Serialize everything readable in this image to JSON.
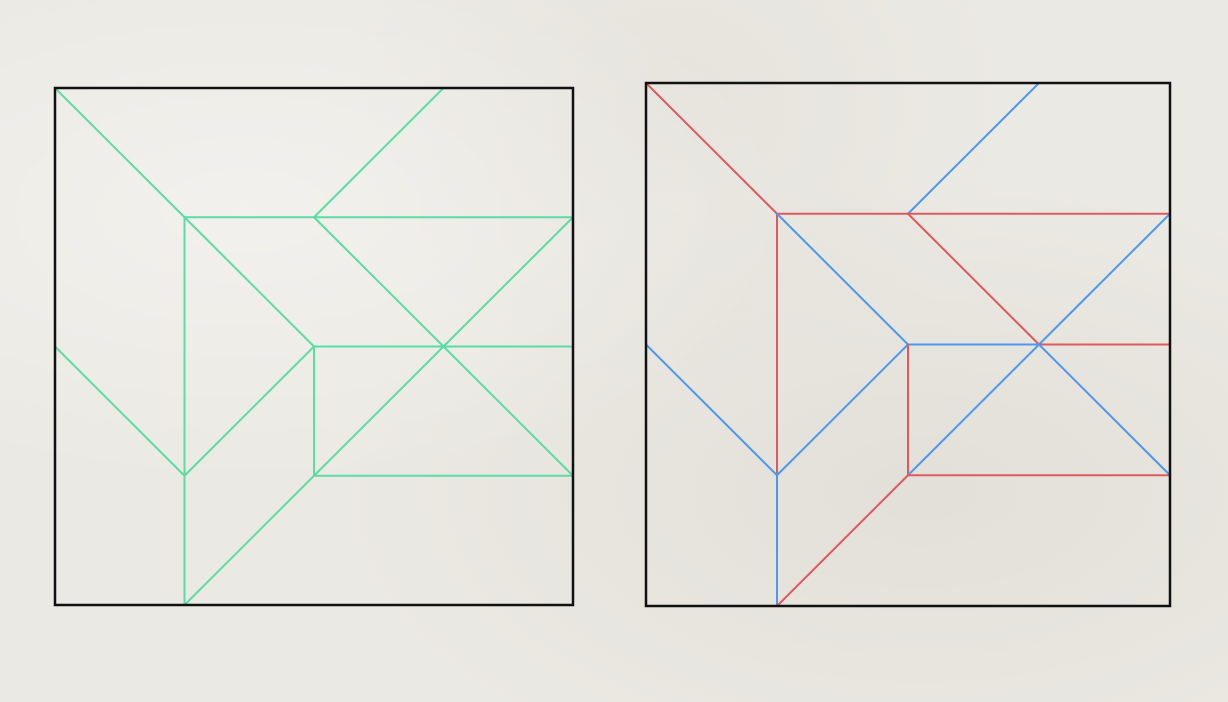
{
  "diagrams": [
    {
      "name": "crease-pattern-unassigned",
      "frame_color": "#111111",
      "lines": [
        {
          "from": [
            0,
            0
          ],
          "to": [
            2,
            2
          ],
          "kind": "crease"
        },
        {
          "from": [
            6,
            0
          ],
          "to": [
            4,
            2
          ],
          "kind": "crease"
        },
        {
          "from": [
            2,
            2
          ],
          "to": [
            8,
            2
          ],
          "kind": "crease"
        },
        {
          "from": [
            2,
            2
          ],
          "to": [
            2,
            8
          ],
          "kind": "crease"
        },
        {
          "from": [
            2,
            2
          ],
          "to": [
            4,
            4
          ],
          "kind": "crease"
        },
        {
          "from": [
            4,
            2
          ],
          "to": [
            6,
            4
          ],
          "kind": "crease"
        },
        {
          "from": [
            8,
            2
          ],
          "to": [
            6,
            4
          ],
          "kind": "crease"
        },
        {
          "from": [
            4,
            4
          ],
          "to": [
            8,
            4
          ],
          "kind": "crease"
        },
        {
          "from": [
            4,
            4
          ],
          "to": [
            2,
            6
          ],
          "kind": "crease"
        },
        {
          "from": [
            4,
            4
          ],
          "to": [
            4,
            6
          ],
          "kind": "crease"
        },
        {
          "from": [
            0,
            4
          ],
          "to": [
            2,
            6
          ],
          "kind": "crease"
        },
        {
          "from": [
            6,
            4
          ],
          "to": [
            8,
            6
          ],
          "kind": "crease"
        },
        {
          "from": [
            6,
            4
          ],
          "to": [
            4,
            6
          ],
          "kind": "crease"
        },
        {
          "from": [
            4,
            6
          ],
          "to": [
            8,
            6
          ],
          "kind": "crease"
        },
        {
          "from": [
            4,
            6
          ],
          "to": [
            2,
            8
          ],
          "kind": "crease"
        }
      ]
    },
    {
      "name": "crease-pattern-assigned",
      "frame_color": "#111111",
      "lines": [
        {
          "from": [
            0,
            0
          ],
          "to": [
            2,
            2
          ],
          "kind": "mountain"
        },
        {
          "from": [
            6,
            0
          ],
          "to": [
            4,
            2
          ],
          "kind": "valley"
        },
        {
          "from": [
            2,
            2
          ],
          "to": [
            8,
            2
          ],
          "kind": "mountain"
        },
        {
          "from": [
            2,
            2
          ],
          "to": [
            2,
            6
          ],
          "kind": "mountain"
        },
        {
          "from": [
            2,
            6
          ],
          "to": [
            2,
            8
          ],
          "kind": "valley"
        },
        {
          "from": [
            2,
            2
          ],
          "to": [
            4,
            4
          ],
          "kind": "valley"
        },
        {
          "from": [
            4,
            2
          ],
          "to": [
            6,
            4
          ],
          "kind": "mountain"
        },
        {
          "from": [
            8,
            2
          ],
          "to": [
            6,
            4
          ],
          "kind": "valley"
        },
        {
          "from": [
            4,
            4
          ],
          "to": [
            6,
            4
          ],
          "kind": "valley"
        },
        {
          "from": [
            6,
            4
          ],
          "to": [
            8,
            4
          ],
          "kind": "mountain"
        },
        {
          "from": [
            4,
            4
          ],
          "to": [
            2,
            6
          ],
          "kind": "valley"
        },
        {
          "from": [
            4,
            4
          ],
          "to": [
            4,
            6
          ],
          "kind": "mountain"
        },
        {
          "from": [
            0,
            4
          ],
          "to": [
            2,
            6
          ],
          "kind": "valley"
        },
        {
          "from": [
            6,
            4
          ],
          "to": [
            8,
            6
          ],
          "kind": "valley"
        },
        {
          "from": [
            6,
            4
          ],
          "to": [
            4,
            6
          ],
          "kind": "valley"
        },
        {
          "from": [
            4,
            6
          ],
          "to": [
            8,
            6
          ],
          "kind": "mountain"
        },
        {
          "from": [
            4,
            6
          ],
          "to": [
            2,
            8
          ],
          "kind": "mountain"
        }
      ]
    }
  ],
  "line_colors": {
    "crease": "#5cdca4",
    "mountain": "#de5a5e",
    "valley": "#4e98ee"
  }
}
